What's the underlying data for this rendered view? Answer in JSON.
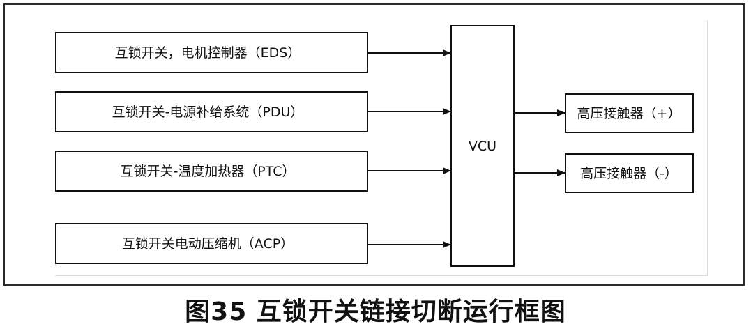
{
  "diagram": {
    "inputs": [
      "互锁开关，电机控制器（EDS）",
      "互锁开关-电源补给系统（PDU）",
      "互锁开关-温度加热器（PTC）",
      "互锁开关电动压缩机（ACP）"
    ],
    "controller": "VCU",
    "outputs": [
      "高压接触器（+）",
      "高压接触器（-）"
    ]
  },
  "caption": "图35 互锁开关链接切断运行框图",
  "colors": {
    "stroke": "#111111",
    "frame": "#2a2a2a",
    "background": "#ffffff"
  }
}
